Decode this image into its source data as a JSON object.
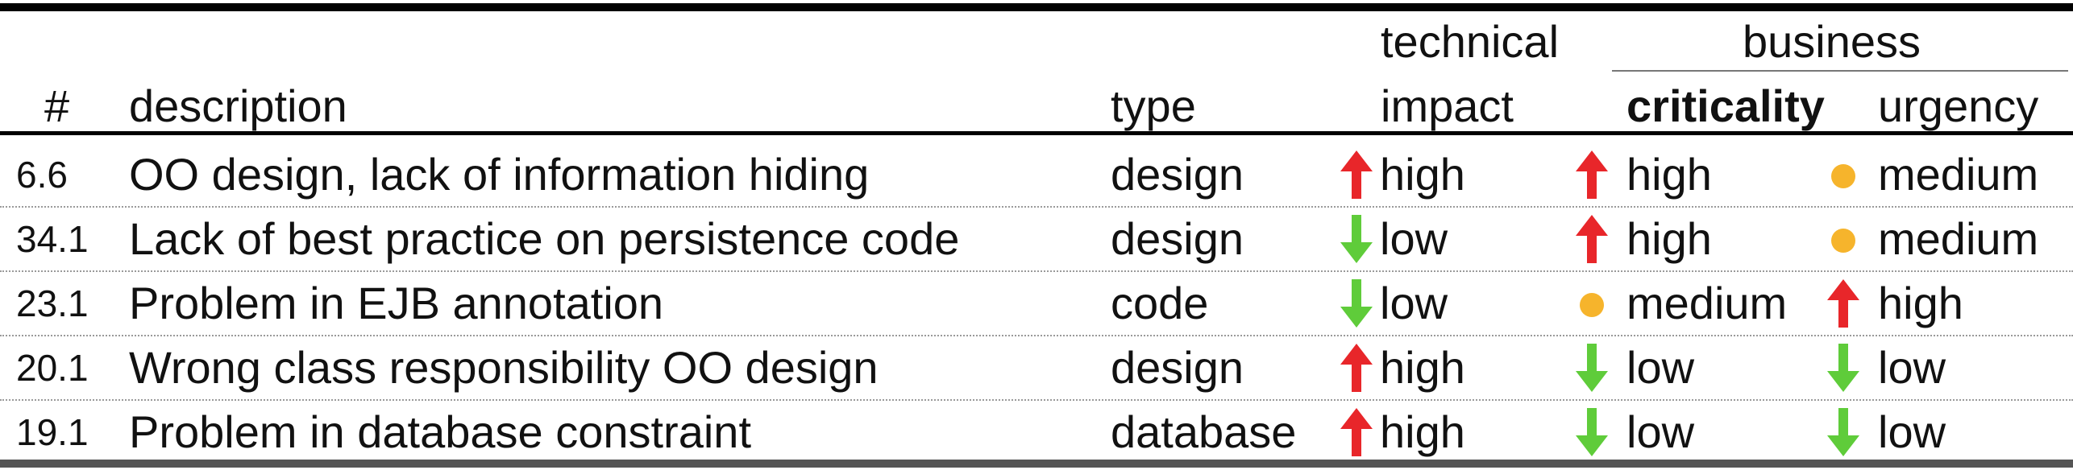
{
  "header": {
    "num": "#",
    "description": "description",
    "type": "type",
    "technical_line1": "technical",
    "technical_line2": "impact",
    "business": "business",
    "criticality": "criticality",
    "urgency": "urgency"
  },
  "rows": [
    {
      "num": "6.6",
      "description": "OO design, lack of information hiding",
      "type": "design",
      "technical_impact": {
        "icon": "arrow-up",
        "value": "high"
      },
      "criticality": {
        "icon": "arrow-up",
        "value": "high"
      },
      "urgency": {
        "icon": "dot",
        "value": "medium"
      }
    },
    {
      "num": "34.1",
      "description": "Lack of best practice on persistence code",
      "type": "design",
      "technical_impact": {
        "icon": "arrow-down",
        "value": "low"
      },
      "criticality": {
        "icon": "arrow-up",
        "value": "high"
      },
      "urgency": {
        "icon": "dot",
        "value": "medium"
      }
    },
    {
      "num": "23.1",
      "description": "Problem in EJB annotation",
      "type": "code",
      "technical_impact": {
        "icon": "arrow-down",
        "value": "low"
      },
      "criticality": {
        "icon": "dot",
        "value": "medium"
      },
      "urgency": {
        "icon": "arrow-up",
        "value": "high"
      }
    },
    {
      "num": "20.1",
      "description": "Wrong class responsibility OO design",
      "type": "design",
      "technical_impact": {
        "icon": "arrow-up",
        "value": "high"
      },
      "criticality": {
        "icon": "arrow-down",
        "value": "low"
      },
      "urgency": {
        "icon": "arrow-down",
        "value": "low"
      }
    },
    {
      "num": "19.1",
      "description": "Problem in database constraint",
      "type": "database",
      "technical_impact": {
        "icon": "arrow-up",
        "value": "high"
      },
      "criticality": {
        "icon": "arrow-down",
        "value": "low"
      },
      "urgency": {
        "icon": "arrow-down",
        "value": "low"
      }
    }
  ],
  "colors": {
    "arrow_up": "#e8262a",
    "arrow_down": "#5fcc3a",
    "dot": "#f6b42c"
  }
}
